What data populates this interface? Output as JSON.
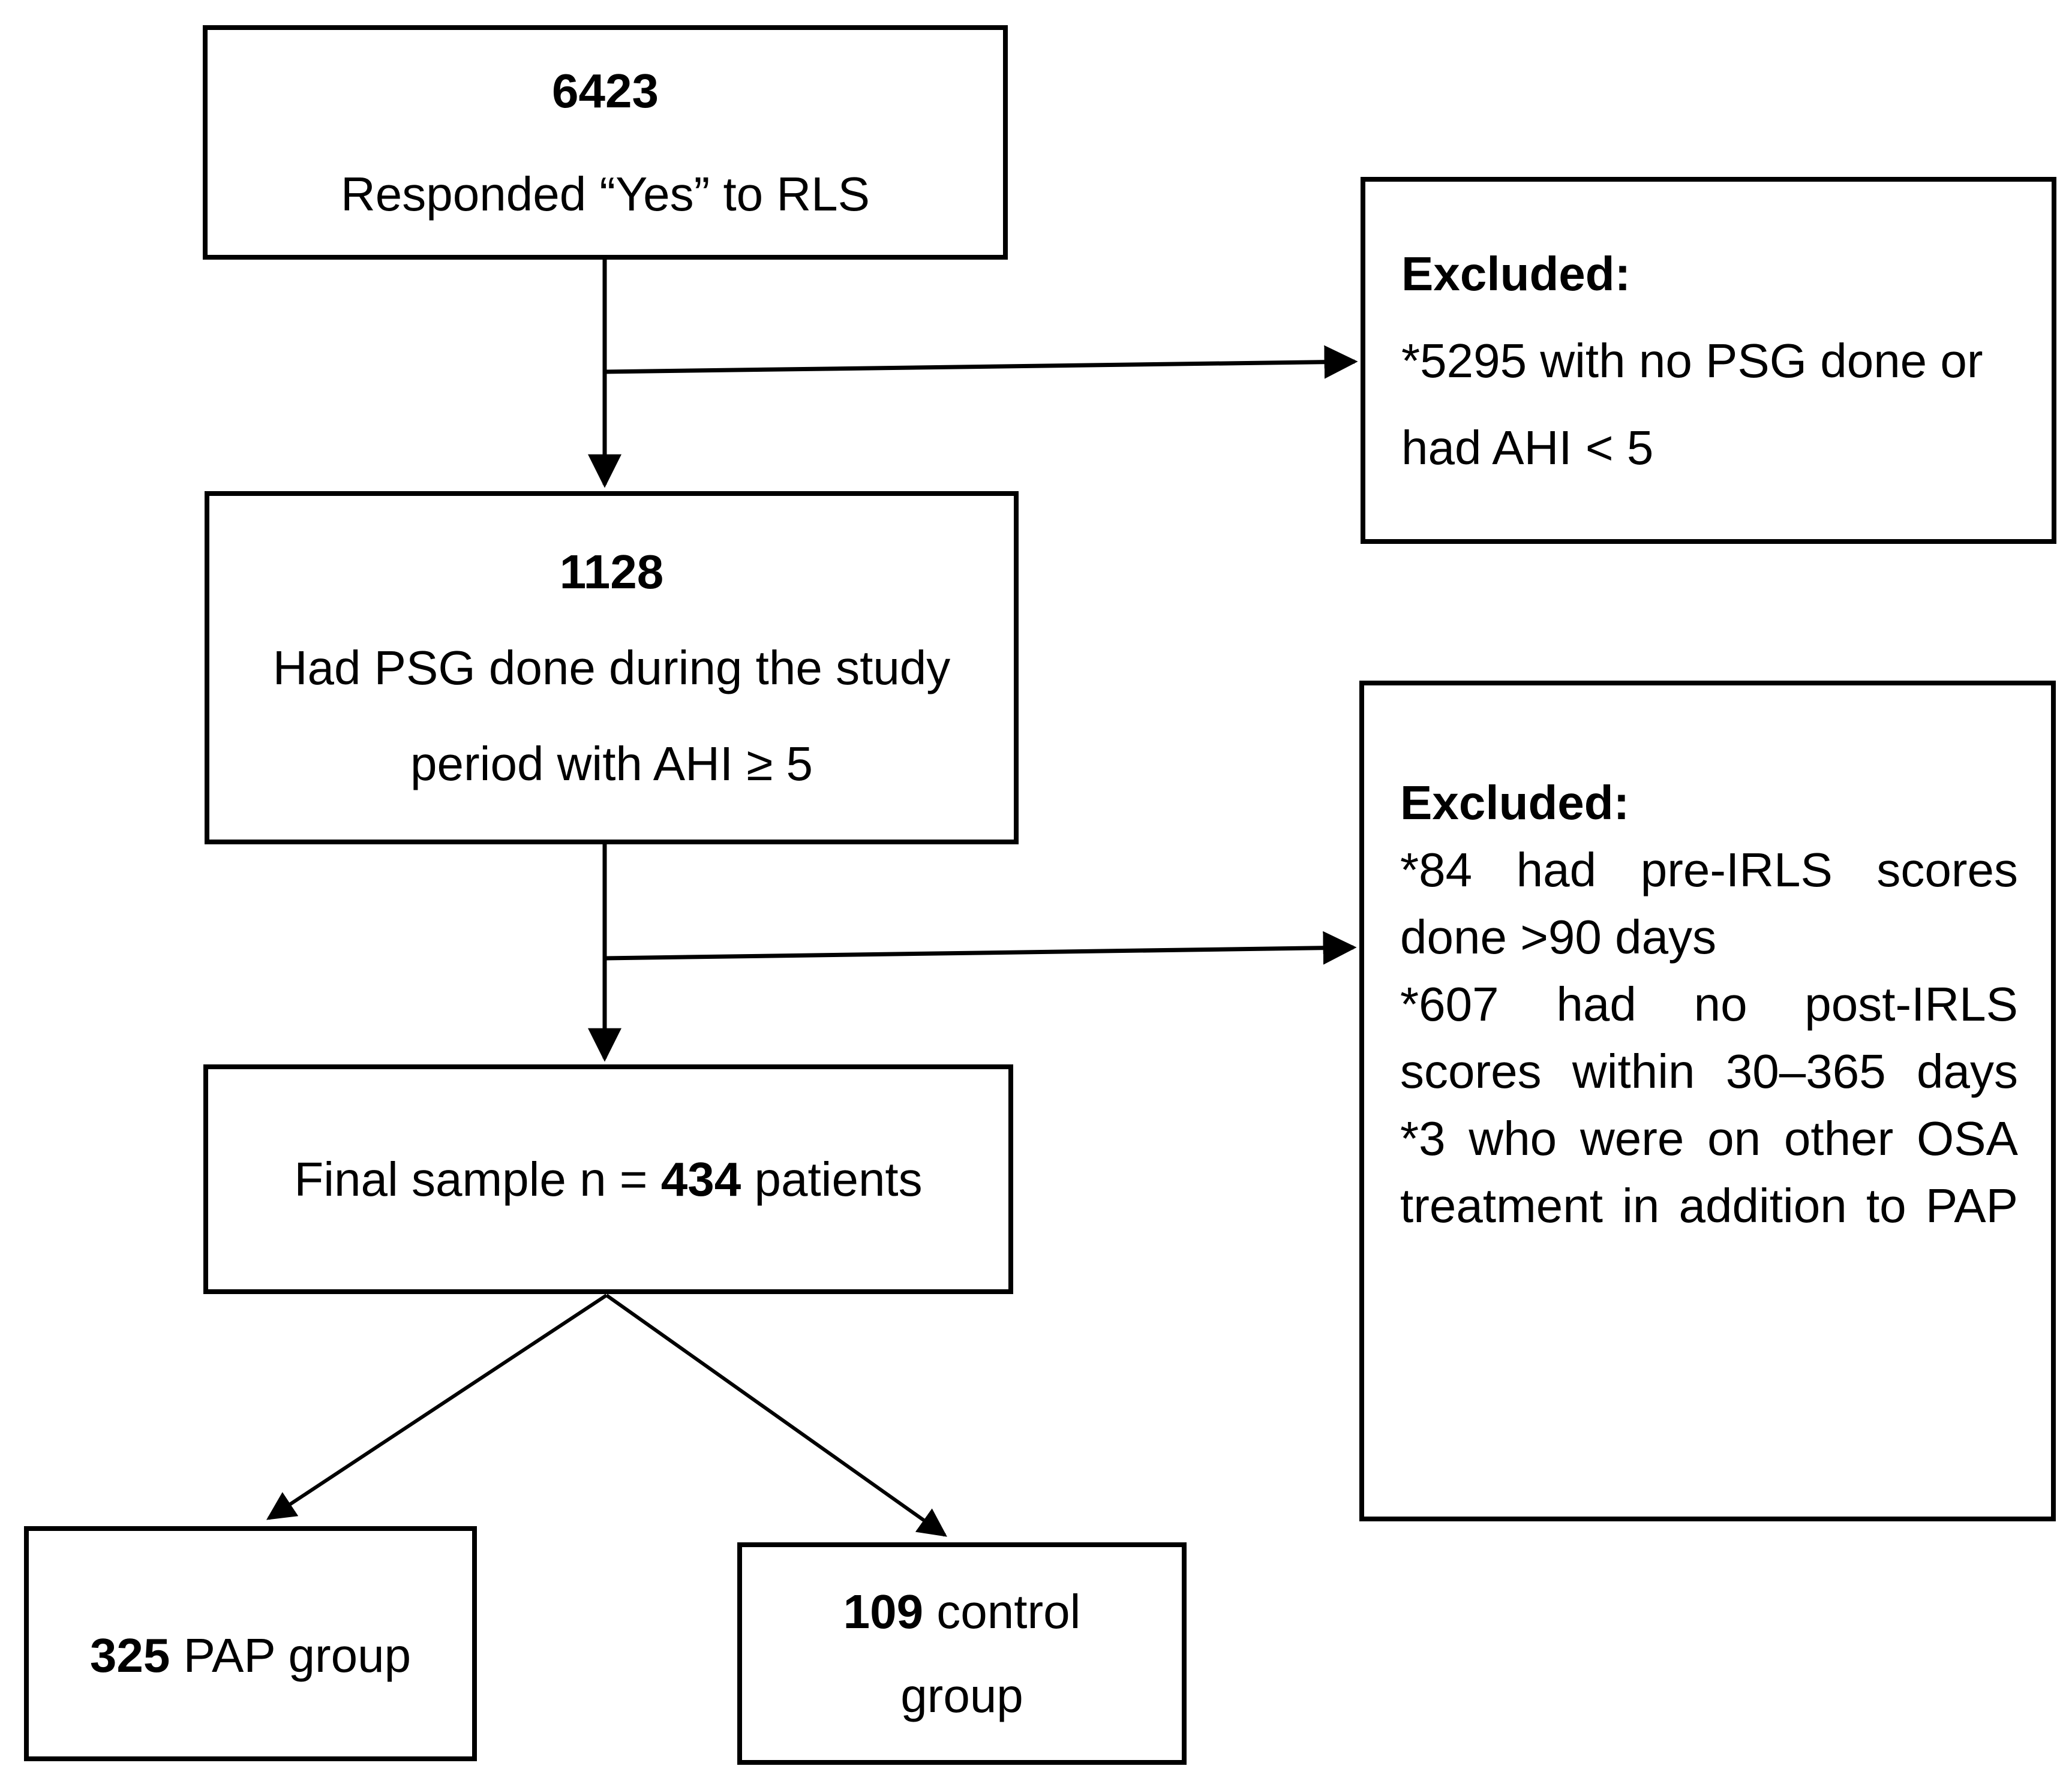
{
  "canvas": {
    "background_color": "#ffffff",
    "line_color": "#000000"
  },
  "boxes": {
    "responded": {
      "number": "6423",
      "label": "Responded “Yes” to RLS"
    },
    "psg": {
      "number": "1128",
      "line1": "Had PSG done during the study",
      "line2": "period with AHI ≥ 5"
    },
    "final": {
      "prefix": "Final sample n = ",
      "number": "434",
      "suffix": " patients"
    },
    "pap": {
      "number": "325",
      "suffix": " PAP group"
    },
    "control": {
      "number": "109",
      "suffix": " control",
      "line2": "group"
    },
    "excluded1": {
      "title": "Excluded:",
      "lines": [
        "*5295 with no PSG done or",
        "had AHI < 5"
      ]
    },
    "excluded2": {
      "title": "Excluded:",
      "lines": [
        "*84 had pre-IRLS scores",
        "done >90 days",
        "*607 had no post-IRLS",
        "scores within 30–365 days",
        "*3 who were on other OSA",
        "treatment in addition to PAP"
      ]
    }
  }
}
